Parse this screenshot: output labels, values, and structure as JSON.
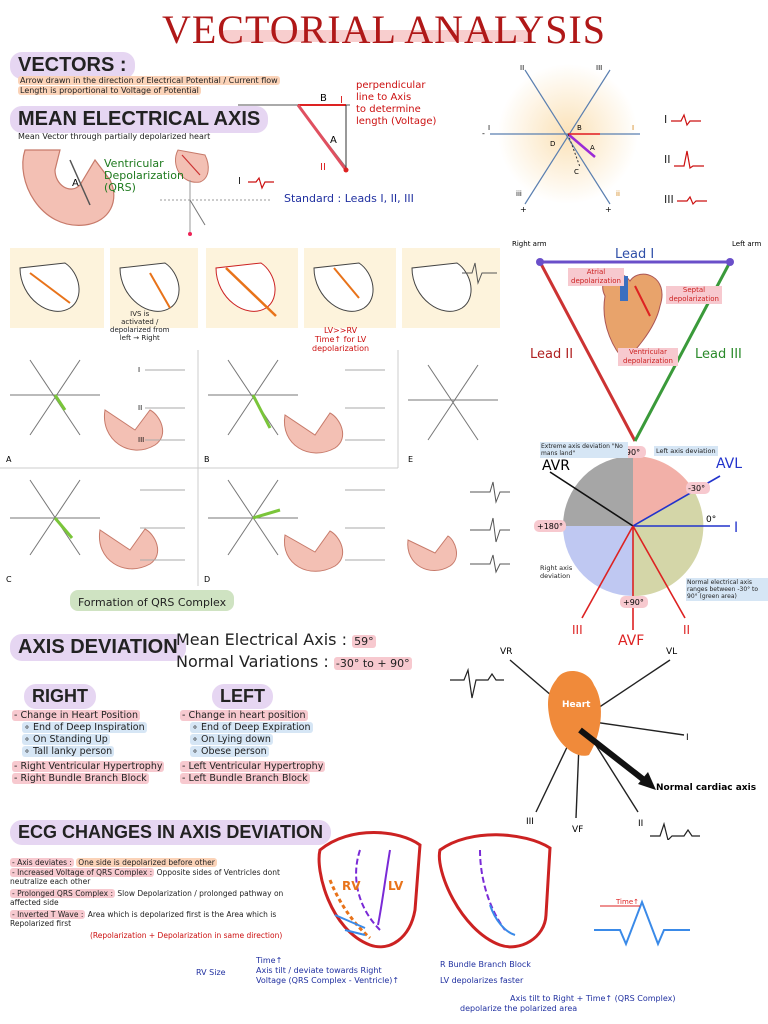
{
  "title": "VECTORIAL ANALYSIS",
  "vectors": {
    "heading": "VECTORS :",
    "line1": "Arrow drawn in the direction of Electrical Potential / Current flow",
    "line2": "Length is proportional to Voltage of Potential"
  },
  "mea": {
    "heading": "MEAN ELECTRICAL AXIS",
    "sub": "Mean Vector through partially depolarized heart",
    "heart_label": "A",
    "vd_line1": "Ventricular",
    "vd_line2": "Depolarization",
    "vd_line3": "(QRS)",
    "lead_label": "I",
    "perp_line1": "perpendicular",
    "perp_line2": "line to Axis",
    "perp_line3": "to determine",
    "perp_line4": "length (Voltage)",
    "vec_B": "B",
    "vec_A": "A",
    "vec_I": "I",
    "vec_II": "II",
    "standard": "Standard : Leads I, II, III"
  },
  "hexaxial_top": {
    "labels": [
      "II",
      "III",
      "I",
      "I",
      "D",
      "B",
      "A",
      "C",
      "iii",
      "ii"
    ],
    "plus": "+",
    "minus": "-",
    "leads": [
      "I",
      "II",
      "III"
    ]
  },
  "qrs_sequence": {
    "note1_line1": "IVS is",
    "note1_line2": "activated /",
    "note1_line3": "depolarized from",
    "note1_line4": "left → Right",
    "note2_line1": "LV>>RV",
    "note2_line2": "Time↑ for LV",
    "note2_line3": "depolarization",
    "panels": [
      "A",
      "B",
      "C",
      "D",
      "E"
    ],
    "lead_labels": [
      "I",
      "II",
      "III"
    ],
    "caption": "Formation of QRS Complex"
  },
  "einthoven": {
    "right_arm": "Right arm",
    "left_arm": "Left arm",
    "lead1": "Lead I",
    "lead2": "Lead II",
    "lead3": "Lead III",
    "atrial": "Atrial depolarization",
    "septal": "Septal depolarization",
    "ventricular": "Ventricular depolarization"
  },
  "axis_circle": {
    "extreme": "Extreme axis deviation \"No mans land\"",
    "left_dev": "Left axis deviation",
    "right_dev": "Right axis deviation",
    "normal": "Normal electrical axis ranges between -30° to 90° (green area)",
    "avr": "AVR",
    "avl": "AVL",
    "avf": "AVF",
    "lead_i": "I",
    "lead_ii": "II",
    "lead_iii": "III",
    "deg_m90": "-90°",
    "deg_m30": "-30°",
    "deg_0": "0°",
    "deg_180": "+180°",
    "deg_90": "+90°"
  },
  "deviation": {
    "heading": "AXIS DEVIATION",
    "mea_label": "Mean Electrical Axis :",
    "mea_value": "59°",
    "norm_label": "Normal Variations :",
    "norm_value": "-30° to + 90°",
    "right_heading": "RIGHT",
    "left_heading": "LEFT",
    "right_items": [
      "- Change in Heart Position",
      "∘ End of Deep Inspiration",
      "∘ On Standing Up",
      "∘ Tall lanky person",
      "- Right Ventricular Hypertrophy",
      "- Right Bundle Branch Block"
    ],
    "left_items": [
      "- Change in heart position",
      "∘ End of Deep Expiration",
      "∘ On Lying down",
      "∘ Obese person",
      "- Left Ventricular Hypertrophy",
      "- Left Bundle Branch Block"
    ]
  },
  "heart_diagram": {
    "vr": "VR",
    "vl": "VL",
    "heart": "Heart",
    "i": "I",
    "ii": "II",
    "iii": "III",
    "vf": "VF",
    "normal_axis": "Normal cardiac axis"
  },
  "ecg_changes": {
    "heading": "ECG CHANGES IN AXIS DEVIATION",
    "items": [
      {
        "label": "- Axis deviates :",
        "text": "One side is depolarized before other"
      },
      {
        "label": "- Increased Voltage of QRS Complex :",
        "text": "Opposite sides of Ventricles dont neutralize each other"
      },
      {
        "label": "- Prolonged QRS Complex :",
        "text": "Slow Depolarization / prolonged pathway on affected side"
      },
      {
        "label": "- Inverted T Wave :",
        "text": "Area which is depolarized first is the Area which is Repolarized first"
      }
    ],
    "repol": "(Repolarization + Depolarization in same direction)",
    "rv": "RV",
    "lv": "LV",
    "rv_size": "RV Size",
    "time_up": "Time↑",
    "axis_tilt": "Axis tilt / deviate towards Right",
    "voltage": "Voltage (QRS Complex - Ventricle)↑",
    "rbbb": "R Bundle Branch Block",
    "lv_fast": "LV depolarizes faster",
    "axis_right": "Axis tilt to Right + Time↑ (QRS Complex)",
    "depol_area": "depolarize the polarized area",
    "time_small": "Time↑"
  },
  "colors": {
    "title_red": "#b01818",
    "lavender": "#e6d6f2",
    "orange_hl": "#fbd3b8",
    "blue_hl": "#d6e6f5",
    "pink_hl": "#f7c9cf"
  }
}
